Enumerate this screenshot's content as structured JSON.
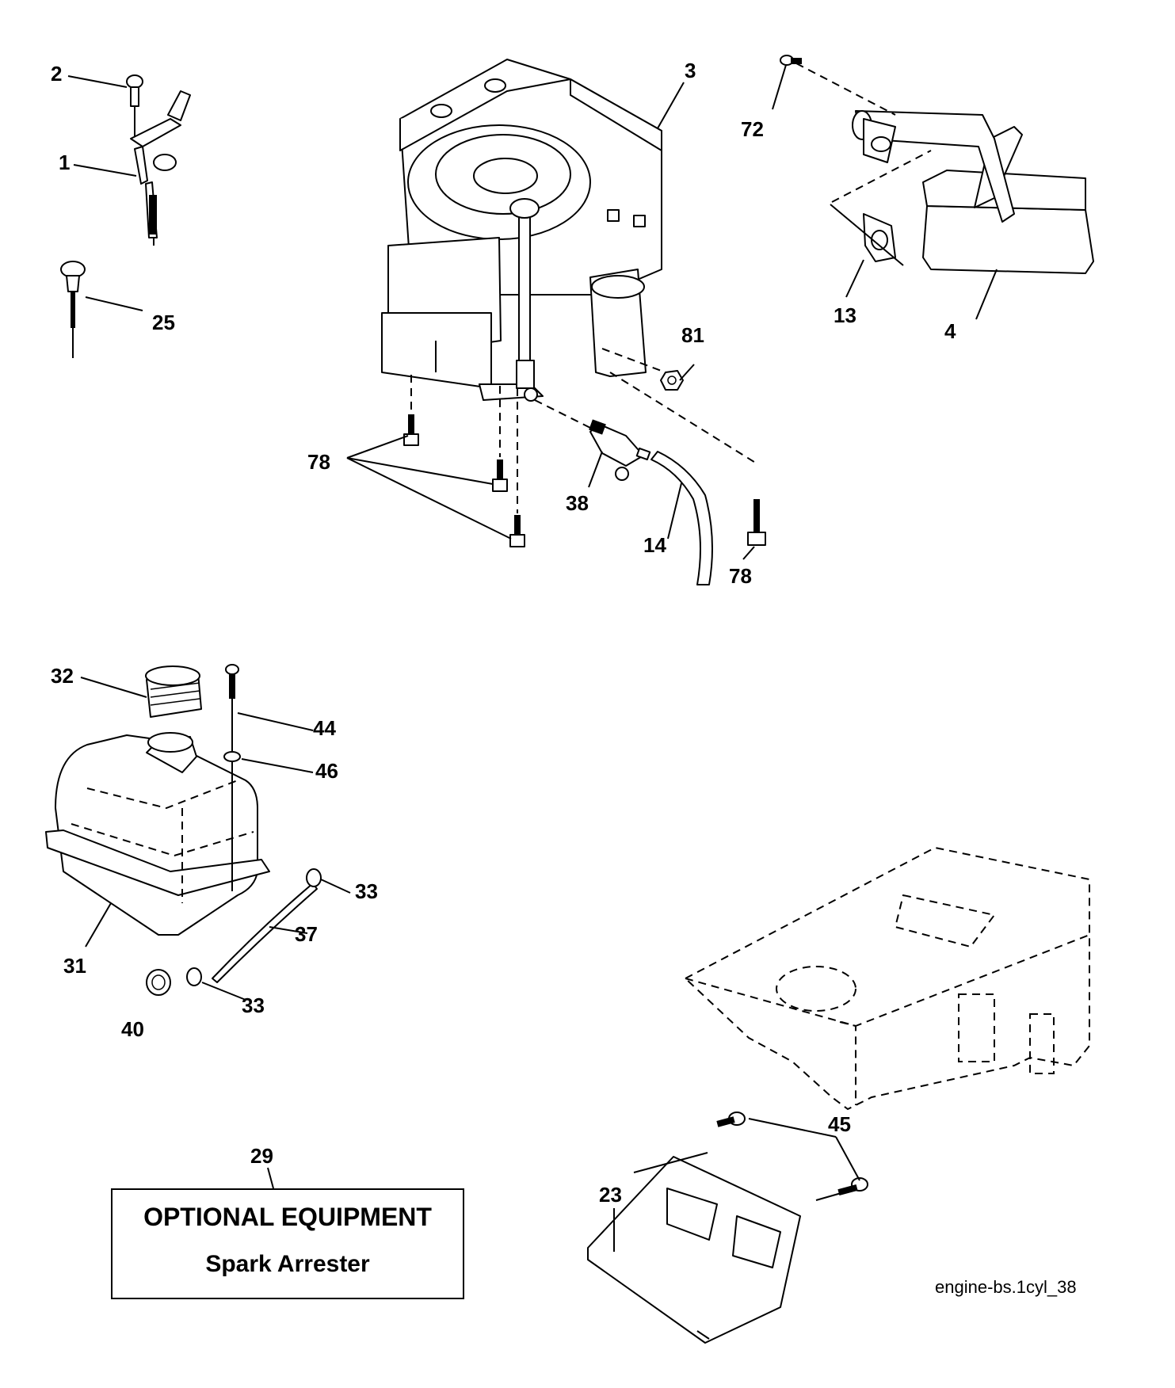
{
  "diagram": {
    "callouts": {
      "c1": "1",
      "c2": "2",
      "c3": "3",
      "c4": "4",
      "c13": "13",
      "c14": "14",
      "c25": "25",
      "c38": "38",
      "c72": "72",
      "c78a": "78",
      "c78b": "78",
      "c81": "81",
      "c32": "32",
      "c44": "44",
      "c46": "46",
      "c33a": "33",
      "c33b": "33",
      "c37": "37",
      "c31": "31",
      "c40": "40",
      "c29": "29",
      "c45": "45",
      "c23": "23"
    },
    "optional_box": {
      "title": "OPTIONAL EQUIPMENT",
      "subtitle": "Spark Arrester"
    },
    "file_id": "engine-bs.1cyl_38"
  }
}
